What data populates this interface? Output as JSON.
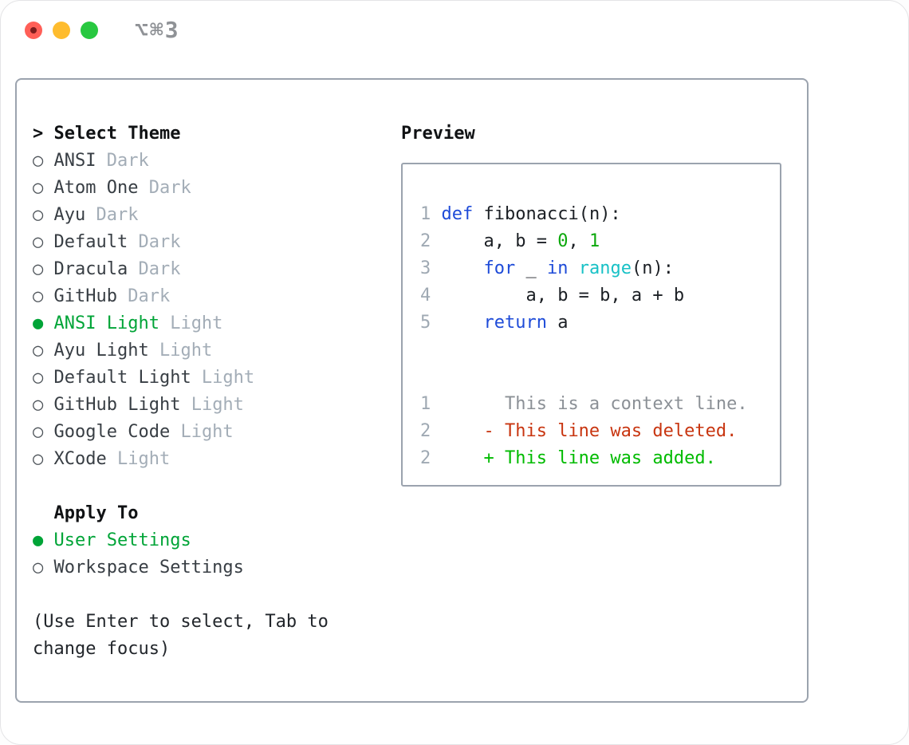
{
  "window": {
    "title": "⌥⌘3",
    "traffic_lights": [
      {
        "icon": "close-icon"
      },
      {
        "icon": "minimize-icon"
      },
      {
        "icon": "zoom-icon"
      }
    ]
  },
  "select_theme": {
    "cursor": "> ",
    "header": "Select Theme",
    "radio_selected_glyph": "●",
    "radio_unselected_glyph": "○",
    "themes": [
      {
        "name": "ANSI",
        "variant": "Dark",
        "selected": false
      },
      {
        "name": "Atom One",
        "variant": "Dark",
        "selected": false
      },
      {
        "name": "Ayu",
        "variant": "Dark",
        "selected": false
      },
      {
        "name": "Default",
        "variant": "Dark",
        "selected": false
      },
      {
        "name": "Dracula",
        "variant": "Dark",
        "selected": false
      },
      {
        "name": "GitHub",
        "variant": "Dark",
        "selected": false
      },
      {
        "name": "ANSI Light",
        "variant": "Light",
        "selected": true
      },
      {
        "name": "Ayu Light",
        "variant": "Light",
        "selected": false
      },
      {
        "name": "Default Light",
        "variant": "Light",
        "selected": false
      },
      {
        "name": "GitHub Light",
        "variant": "Light",
        "selected": false
      },
      {
        "name": "Google Code",
        "variant": "Light",
        "selected": false
      },
      {
        "name": "XCode",
        "variant": "Light",
        "selected": false
      }
    ]
  },
  "apply_to": {
    "header_prefix": "  ",
    "header": "Apply To",
    "options": [
      {
        "label": "User Settings",
        "selected": true
      },
      {
        "label": "Workspace Settings",
        "selected": false
      }
    ]
  },
  "hint": {
    "line1": "(Use Enter to select, Tab to",
    "line2": "change focus)"
  },
  "preview": {
    "header": "Preview",
    "lines": [
      {
        "tokens": [
          [
            "num",
            "1 "
          ],
          [
            "kw",
            "def"
          ],
          [
            "plain",
            " fibonacci(n):"
          ]
        ]
      },
      {
        "tokens": [
          [
            "num",
            "2 "
          ],
          [
            "plain",
            "    a, b = "
          ],
          [
            "green",
            "0"
          ],
          [
            "plain",
            ", "
          ],
          [
            "green",
            "1"
          ]
        ]
      },
      {
        "tokens": [
          [
            "num",
            "3 "
          ],
          [
            "plain",
            "    "
          ],
          [
            "kw",
            "for"
          ],
          [
            "plain",
            " _ "
          ],
          [
            "kw",
            "in"
          ],
          [
            "plain",
            " "
          ],
          [
            "cyan",
            "range"
          ],
          [
            "plain",
            "(n):"
          ]
        ]
      },
      {
        "tokens": [
          [
            "num",
            "4 "
          ],
          [
            "plain",
            "        a, b = b, a + b"
          ]
        ]
      },
      {
        "tokens": [
          [
            "num",
            "5 "
          ],
          [
            "plain",
            "    "
          ],
          [
            "kw",
            "return"
          ],
          [
            "plain",
            " a"
          ]
        ]
      },
      {
        "tokens": []
      },
      {
        "tokens": []
      },
      {
        "tokens": [
          [
            "num",
            "1 "
          ],
          [
            "ctx",
            "      This is a context line."
          ]
        ]
      },
      {
        "tokens": [
          [
            "num",
            "2 "
          ],
          [
            "del",
            "    - This line was deleted."
          ]
        ]
      },
      {
        "tokens": [
          [
            "num",
            "2 "
          ],
          [
            "add",
            "    + This line was added."
          ]
        ]
      }
    ]
  },
  "colors": {
    "accent_green": "#00a437",
    "keyword_blue": "#1e4bd8",
    "literal_green": "#0ca80c",
    "type_cyan": "#18c1c6",
    "deleted_red": "#c83510",
    "added_green": "#00bb00",
    "context_gray": "#8b9096",
    "line_number_gray": "#9fa9b3",
    "panel_border_gray": "#9ba3ae",
    "titlebar_gray": "#8f9296",
    "traffic_red": "#ff5f57",
    "traffic_yellow": "#febc2e",
    "traffic_green": "#28c840"
  }
}
